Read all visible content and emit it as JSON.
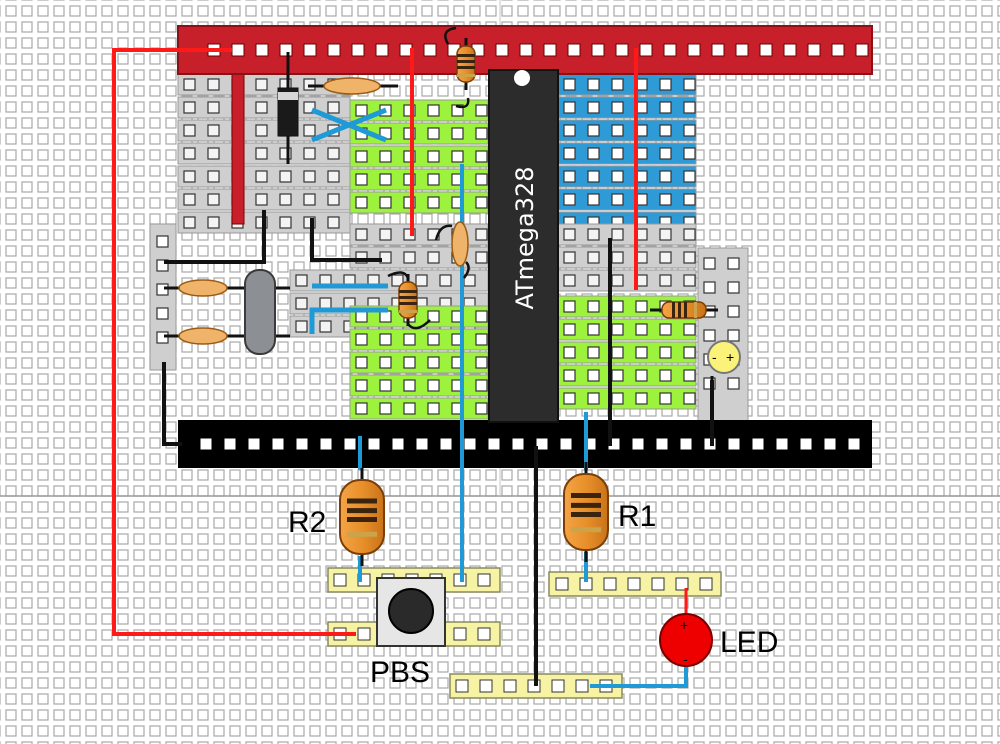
{
  "chip": {
    "label": "ATmega328"
  },
  "labels": {
    "r1": "R1",
    "r2": "R2",
    "pbs": "PBS",
    "led": "LED"
  },
  "led_signs": {
    "plus": "+",
    "minus": "-"
  },
  "ldr_signs": {
    "minus": "-",
    "plus": "+"
  },
  "colors": {
    "power_rail": "#c8202a",
    "ground_rail": "#000000",
    "wire_red": "#ff1a1a",
    "wire_blue": "#1f9ad6",
    "wire_black": "#111111",
    "strip_green": "#9df23d",
    "strip_blue": "#2f9bd6",
    "strip_gray": "#cfcfcf",
    "strip_yellow": "#f6f3a4",
    "chip_body": "#2c2c2c",
    "led_red": "#ee0000",
    "resistor_body": "#e8902a"
  }
}
